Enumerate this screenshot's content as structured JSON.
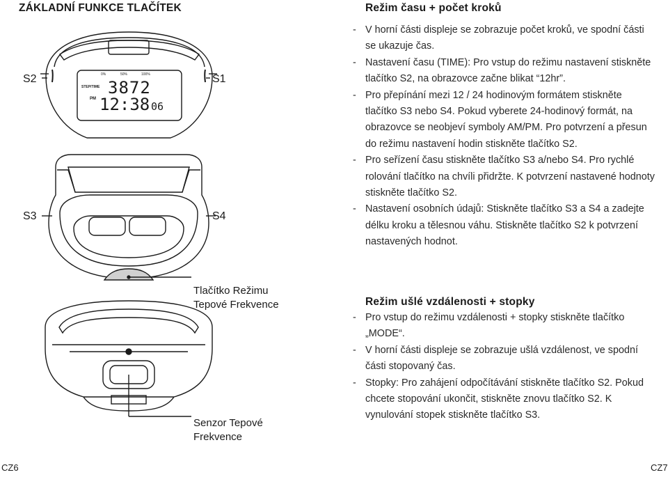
{
  "left": {
    "heading": "ZÁKLADNÍ FUNKCE TLAČÍTEK",
    "labels": {
      "s2": "S2",
      "s1": "S1",
      "s3": "S3",
      "s4": "S4",
      "mode_line1": "Tlačítko Režimu",
      "mode_line2": "Tepové Frekvence",
      "sensor_line1": "Senzor Tepové",
      "sensor_line2": "Frekvence"
    },
    "display": {
      "steps": "3872",
      "time": "12:38",
      "seconds": "06",
      "ampm": "PM",
      "indicator": "STEP/TIME",
      "scale_0": "0%",
      "scale_50": "50%",
      "scale_100": "100%"
    }
  },
  "right": {
    "section1": {
      "title": "Režim času + počet kroků",
      "items": [
        "V horní části displeje se zobrazuje počet kroků, ve spodní části se ukazuje čas.",
        "Nastavení času (TIME): Pro vstup do režimu nastavení stiskněte tlačítko S2, na obrazovce začne blikat “12hr”.",
        "Pro přepínání mezi 12 / 24 hodinovým formátem stiskněte tlačítko S3 nebo S4. Pokud vyberete 24-hodinový formát, na obrazovce se neobjeví symboly AM/PM. Pro potvrzení a přesun do režimu nastavení hodin stiskněte tlačítko S2.",
        "Pro seřízení času stiskněte tlačítko S3 a/nebo S4. Pro rychlé rolování tlačítko na chvíli přidržte. K potvrzení nastavené hodnoty stiskněte tlačítko S2.",
        "Nastavení osobních údajů: Stiskněte tlačítko S3 a S4 a zadejte délku kroku a tělesnou váhu. Stiskněte tlačítko S2 k potvrzení nastavených hodnot."
      ]
    },
    "section2": {
      "title": "Režim ušlé vzdálenosti + stopky",
      "items": [
        "Pro vstup do režimu vzdálenosti + stopky stiskněte tlačítko „MODE“.",
        "V horní části displeje se zobrazuje ušlá vzdálenost, ve spodní části stopovaný čas.",
        "Stopky: Pro zahájení odpočítávání stiskněte tlačítko S2. Pokud chcete stopování ukončit, stiskněte znovu tlačítko S2. K vynulování stopek stiskněte tlačítko S3."
      ]
    }
  },
  "footer": {
    "left_prefix": "CZ",
    "left_num": "6",
    "right_prefix": "CZ",
    "right_num": "7"
  }
}
